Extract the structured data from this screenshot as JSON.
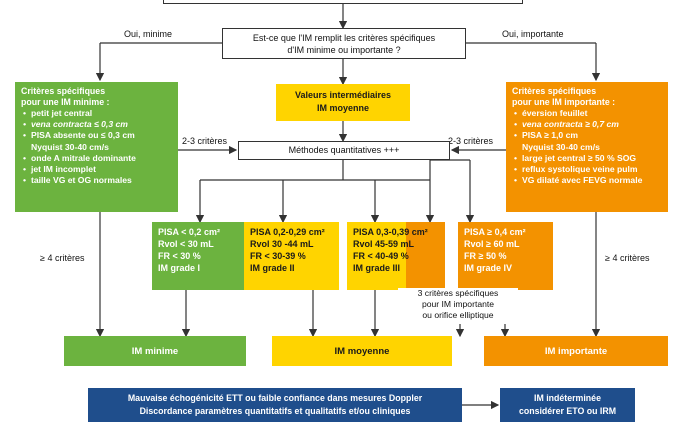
{
  "question": {
    "line1": "Est-ce que l'IM remplit les critères spécifiques",
    "line2": "d'IM minime ou importante ?"
  },
  "branch_labels": {
    "left": "Oui, minime",
    "right": "Oui, importante",
    "left_mid": "2-3 critères",
    "right_mid": "2-3 critères",
    "left_bottom": "≥ 4 critères",
    "right_bottom": "≥ 4 critères"
  },
  "minime_criteria": {
    "title1": "Critères spécifiques",
    "title2": "pour une IM minime :",
    "items": [
      "petit jet central",
      "vena contracta ≤ 0,3 cm",
      "PISA absente ou ≤ 0,3 cm",
      "Nyquist 30-40 cm/s",
      "onde A mitrale dominante",
      "jet IM incomplet",
      "taille VG et OG normales"
    ]
  },
  "importante_criteria": {
    "title1": "Critères spécifiques",
    "title2": "pour une IM importante :",
    "items": [
      "éversion feuillet",
      "vena contracta ≥ 0,7 cm",
      "PISA ≥ 1,0 cm",
      "Nyquist 30-40 cm/s",
      "large jet central ≥ 50 % SOG",
      "reflux systolique veine pulm",
      "VG dilaté avec FEVG normale"
    ]
  },
  "intermediate": {
    "line1": "Valeurs intermédiaires",
    "line2": "IM moyenne"
  },
  "quantitative": "Méthodes quantitatives +++",
  "grades": [
    {
      "pisa": "PISA < 0,2 cm²",
      "rvol": "Rvol < 30 mL",
      "fr": "FR < 30 %",
      "grade": "IM grade I"
    },
    {
      "pisa": "PISA 0,2-0,29 cm²",
      "rvol": "Rvol 30 -44 mL",
      "fr": "FR < 30-39 %",
      "grade": "IM grade II"
    },
    {
      "pisa": "PISA 0,3-0,39 cm²",
      "rvol": "Rvol 45-59 mL",
      "fr": "FR < 40-49 %",
      "grade": "IM grade III"
    },
    {
      "pisa": "PISA ≥ 0,4 cm²",
      "rvol": "Rvol ≥ 60 mL",
      "fr": "FR ≥ 50 %",
      "grade": "IM grade IV"
    }
  ],
  "specific_note": {
    "line1": "3 critères spécifiques",
    "line2": "pour IM importante",
    "line3": "ou orifice elliptique"
  },
  "results": {
    "minime": "IM minime",
    "moyenne": "IM moyenne",
    "importante": "IM importante"
  },
  "poor_quality": {
    "line1": "Mauvaise échogénicité ETT ou faible confiance dans mesures Doppler",
    "line2": "Discordance paramètres quantitatifs et qualitatifs et/ou cliniques"
  },
  "undetermined": {
    "line1": "IM indéterminée",
    "line2": "considérer ETO ou IRM"
  },
  "colors": {
    "green": "#6cb33f",
    "yellow": "#ffd400",
    "orange": "#f39200",
    "navy": "#1f4e8c"
  }
}
